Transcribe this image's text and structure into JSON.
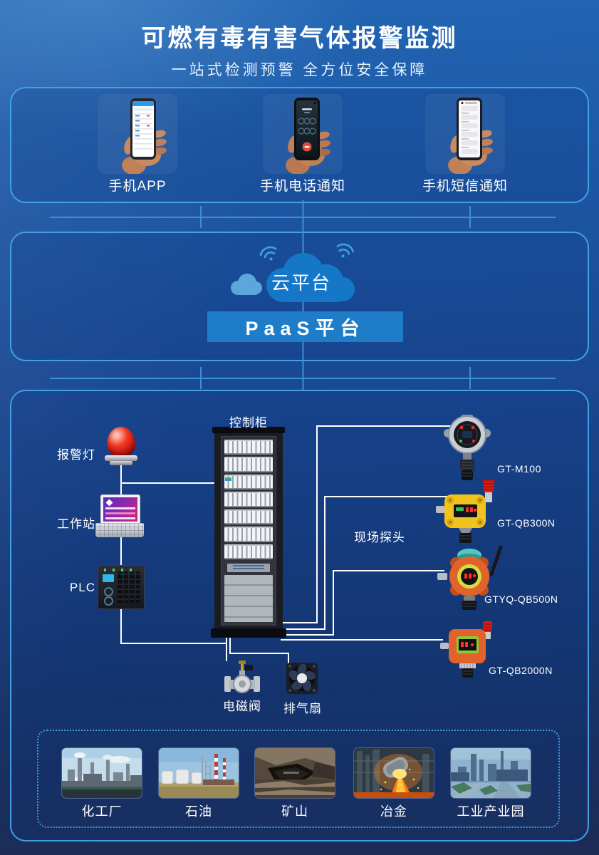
{
  "colors": {
    "background_top": "#2166b4",
    "background_bottom": "#1d2c55",
    "panel_border": "#41a0e6",
    "connector_blue": "#3c8fd4",
    "wire_white": "#ffffff",
    "cloud_blue": "#1477c8",
    "paas_bar_blue": "#1d7dc9",
    "alarm_red": "#e53022"
  },
  "header": {
    "title": "可燃有毒有害气体报警监测",
    "subtitle": "一站式检测预警 全方位安全保障"
  },
  "notifications": {
    "items": [
      {
        "label": "手机APP"
      },
      {
        "label": "手机电话通知"
      },
      {
        "label": "手机短信通知"
      }
    ]
  },
  "platform": {
    "cloud_label": "云平台",
    "paas_label": "PaaS平台"
  },
  "field": {
    "cabinet_label": "控制柜",
    "alarm_light_label": "报警灯",
    "workstation_label": "工作站",
    "plc_label": "PLC",
    "probes_label": "现场探头",
    "valve_label": "电磁阀",
    "fan_label": "排气扇",
    "detectors": [
      {
        "model": "GT-M100"
      },
      {
        "model": "GT-QB300N"
      },
      {
        "model": "GTYQ-QB500N"
      },
      {
        "model": "GT-QB2000N"
      }
    ]
  },
  "industries": {
    "items": [
      {
        "label": "化工厂"
      },
      {
        "label": "石油"
      },
      {
        "label": "矿山"
      },
      {
        "label": "冶金"
      },
      {
        "label": "工业产业园"
      }
    ]
  }
}
